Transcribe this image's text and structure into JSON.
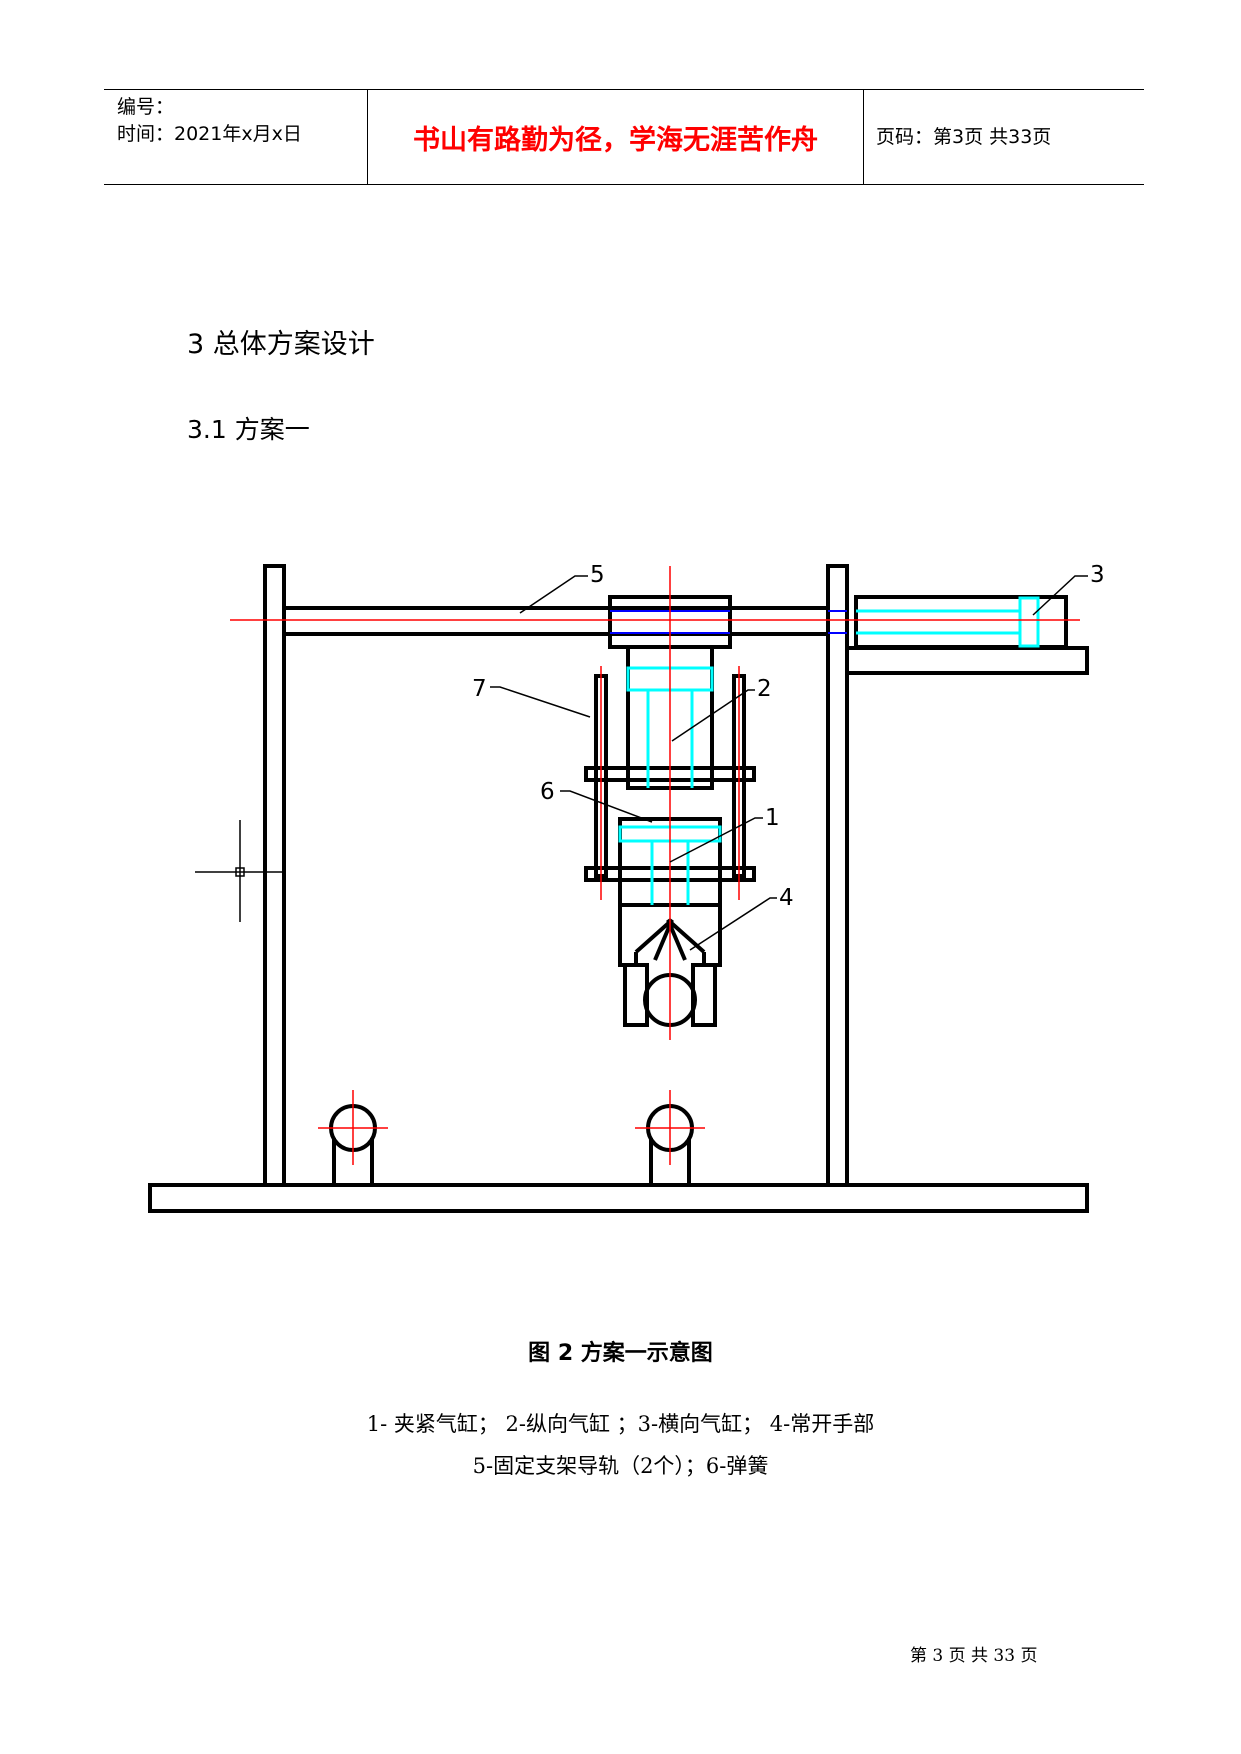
{
  "header": {
    "number_label": "编号：",
    "time_text": "时间：2021年x月x日",
    "motto": "书山有路勤为径，学海无涯苦作舟",
    "page_text": "页码：第3页 共33页"
  },
  "section": {
    "heading": "3 总体方案设计",
    "subheading": "3.1 方案一"
  },
  "figure": {
    "labels": [
      "5",
      "3",
      "7",
      "2",
      "6",
      "1",
      "4"
    ],
    "caption": "图 2 方案一示意图",
    "legend_line1": "1- 夹紧气缸；  2-纵向气缸 ；3-横向气缸；  4-常开手部",
    "legend_line2": "5-固定支架导轨（2个）；6-弹簧"
  },
  "footer": {
    "page": "第 3 页 共 33 页"
  },
  "colors": {
    "motto": "#ff0000",
    "centerline": "#ff0000",
    "spring": "#00ffff",
    "blue_line": "#0000ff",
    "outline": "#000000"
  }
}
